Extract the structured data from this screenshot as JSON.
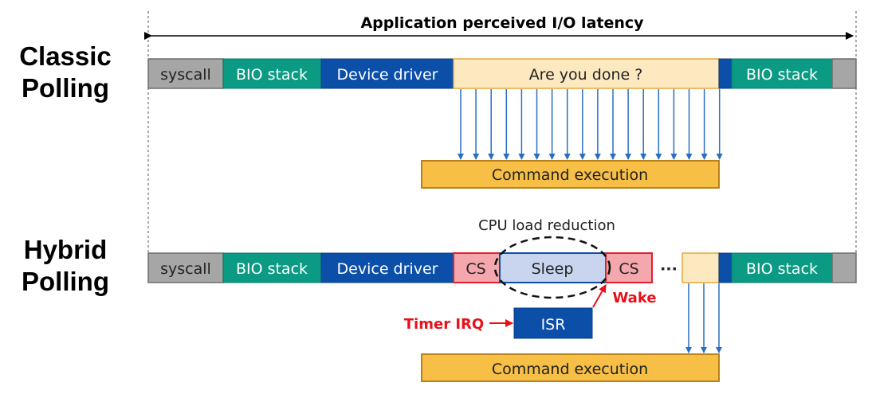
{
  "header": {
    "latency_label": "Application perceived I/O latency"
  },
  "classic": {
    "title_line1": "Classic",
    "title_line2": "Polling",
    "syscall": "syscall",
    "bio_stack": "BIO stack",
    "device_driver": "Device driver",
    "poll": "Are you done ?",
    "bio_stack_end": "BIO stack",
    "command": "Command execution"
  },
  "hybrid": {
    "title_line1": "Hybrid",
    "title_line2": "Polling",
    "syscall": "syscall",
    "bio_stack": "BIO stack",
    "device_driver": "Device driver",
    "cs1": "CS",
    "sleep": "Sleep",
    "cs2": "CS",
    "ellipsis": "···",
    "bio_stack_end": "BIO stack",
    "cpu_note": "CPU load reduction",
    "wake": "Wake",
    "timer_irq": "Timer IRQ",
    "isr": "ISR",
    "command": "Command execution"
  },
  "colors": {
    "gray": "#a6a6a6",
    "teal": "#0b9a83",
    "blue": "#0b4fa8",
    "pale": "#fde9bf",
    "orange": "#f7bf45",
    "orange_border": "#b9821a",
    "pink": "#f4a8ad",
    "pink_border": "#e0202c",
    "sleep": "#c9d5ef",
    "arrow": "#2a6ec4",
    "red": "#e8101a"
  }
}
